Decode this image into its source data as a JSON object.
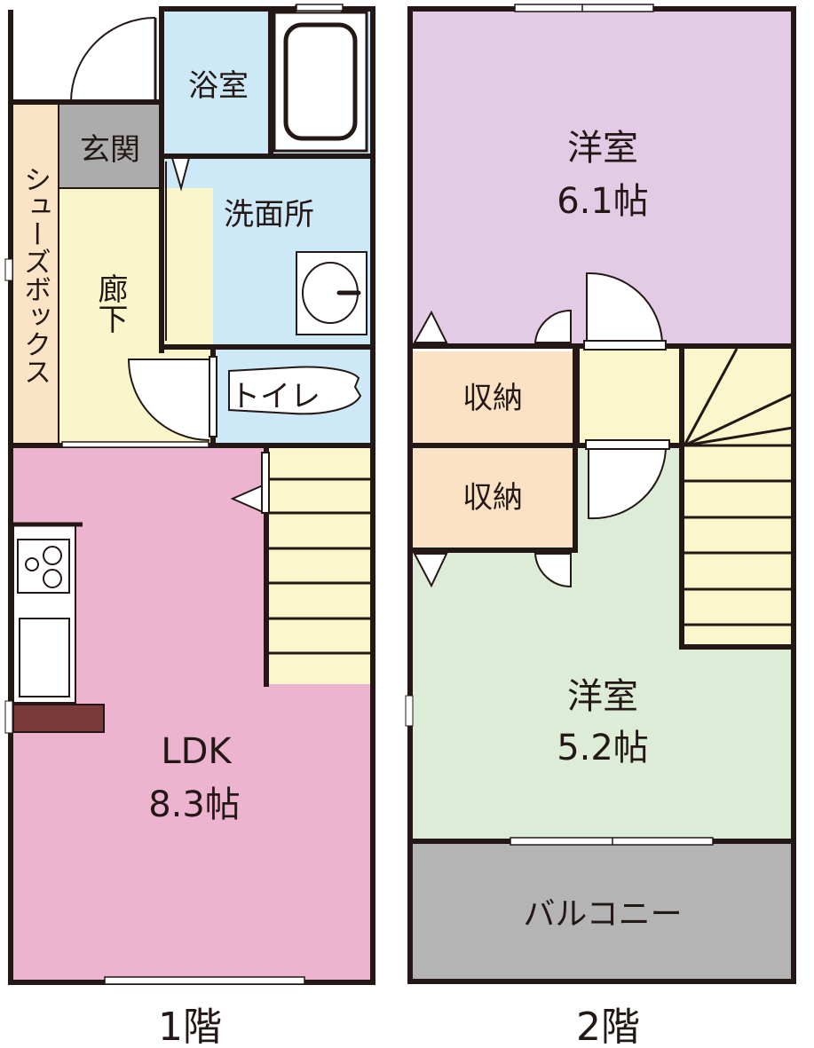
{
  "floor1": {
    "caption": "1階",
    "rooms": {
      "bath": "浴室",
      "genkan": "玄関",
      "senmen": "洗面所",
      "shoes": "シューズボックス",
      "rouka": "廊下",
      "toilet": "トイレ",
      "ldk_name": "LDK",
      "ldk_size": "8.3帖"
    }
  },
  "floor2": {
    "caption": "2階",
    "rooms": {
      "west_top_name": "洋室",
      "west_top_size": "6.1帖",
      "closet_top": "収納",
      "closet_bottom": "収納",
      "west_bottom_name": "洋室",
      "west_bottom_size": "5.2帖",
      "balcony": "バルコニー"
    }
  },
  "colors": {
    "wall": "#231815",
    "bath": "#cde9f8",
    "genkan": "#acacac",
    "shoes": "#fbe3c6",
    "rouka": "#faf6cc",
    "ldk": "#edb4d0",
    "stairs": "#faf7cc",
    "west_top": "#e3cbe5",
    "west_bottom": "#ddecd6",
    "closet": "#fbe2c4",
    "balcony": "#b4b4b4",
    "counter": "#7a3a3a"
  }
}
